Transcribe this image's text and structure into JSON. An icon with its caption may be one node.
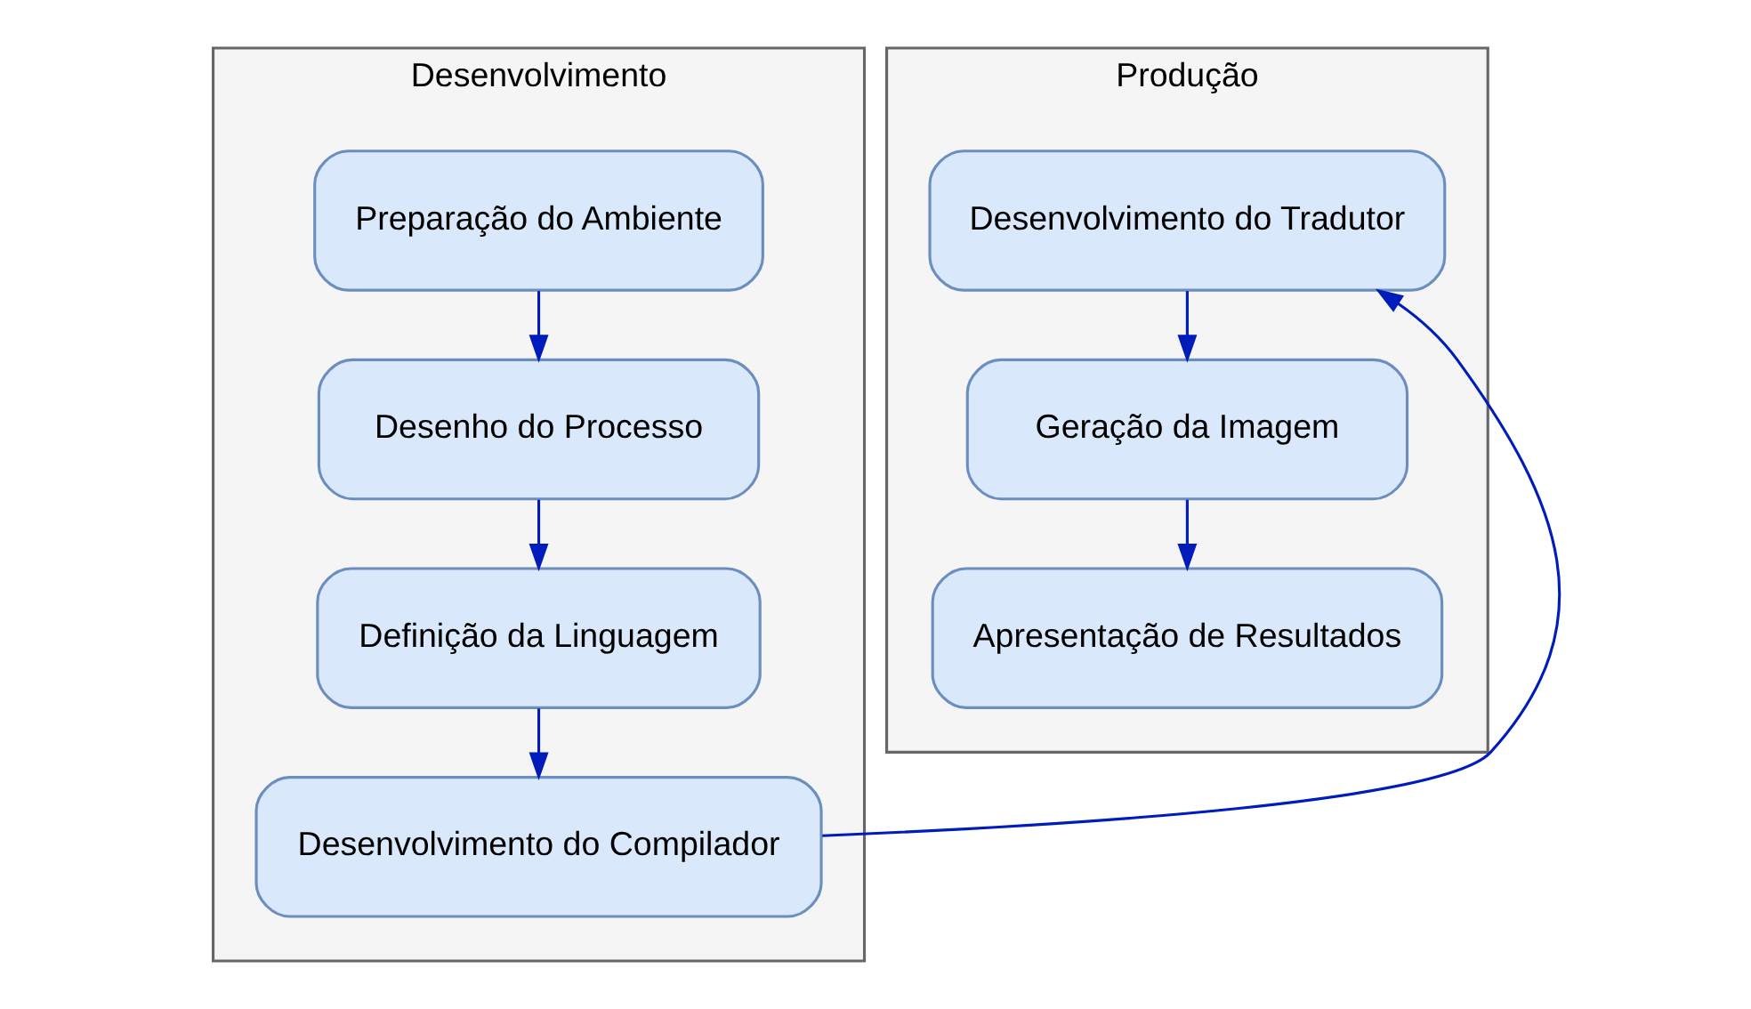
{
  "diagram": {
    "nodes": [
      {
        "text": [
          "Desenvolvimento"
        ]
      },
      {
        "text": [
          "Preparação do Ambiente"
        ],
        "in": 0
      },
      {
        "text": [
          "Desenho do Processo"
        ],
        "in": 0
      },
      {
        "text": [
          "Definição da Linguagem"
        ],
        "in": 0
      },
      {
        "text": [
          "Desenvolvimento do Compilador"
        ],
        "in": 0
      },
      {
        "text": [
          "Produção"
        ]
      },
      {
        "text": [
          "Desenvolvimento do Tradutor"
        ],
        "in": 5
      },
      {
        "text": [
          "Geração da Imagem"
        ],
        "in": 5
      },
      {
        "text": [
          "Apresentação de Resultados"
        ],
        "in": 5
      }
    ],
    "edges": [
      {
        "from": 1,
        "to": 2,
        "arrow": "to"
      },
      {
        "from": 2,
        "to": 3,
        "arrow": "to"
      },
      {
        "from": 3,
        "to": 4,
        "arrow": "to"
      },
      {
        "from": 4,
        "to": 6,
        "arrow": "to"
      },
      {
        "from": 6,
        "to": 7,
        "arrow": "to"
      },
      {
        "from": 7,
        "to": 8,
        "arrow": "to"
      }
    ]
  }
}
